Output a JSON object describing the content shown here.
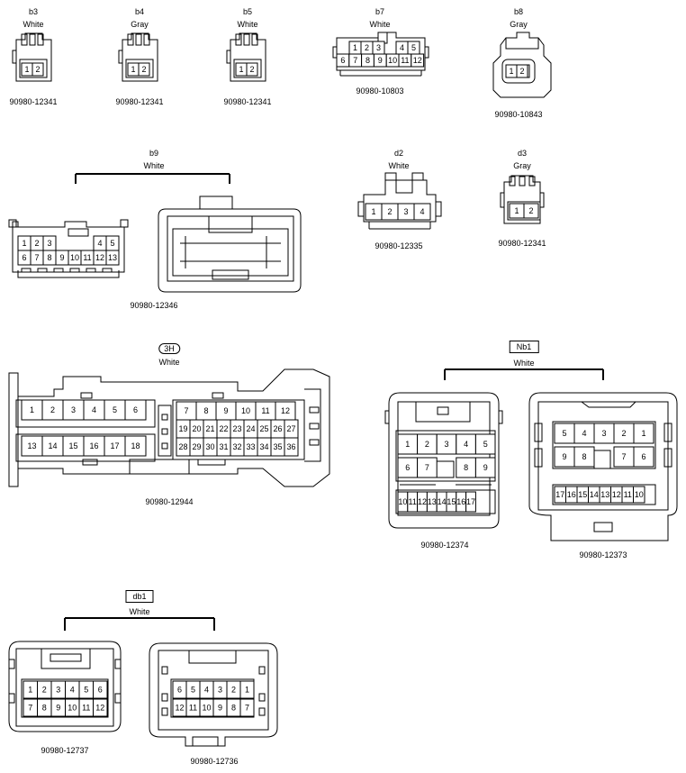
{
  "connectors": [
    {
      "id": "b3",
      "color": "White",
      "part": "90980-12341",
      "pins": [
        "1",
        "2"
      ]
    },
    {
      "id": "b4",
      "color": "Gray",
      "part": "90980-12341",
      "pins": [
        "1",
        "2"
      ]
    },
    {
      "id": "b5",
      "color": "White",
      "part": "90980-12341",
      "pins": [
        "1",
        "2"
      ]
    },
    {
      "id": "b7",
      "color": "White",
      "part": "90980-10803",
      "pins": [
        "1",
        "2",
        "3",
        "4",
        "5",
        "6",
        "7",
        "8",
        "9",
        "10",
        "11",
        "12"
      ]
    },
    {
      "id": "b8",
      "color": "Gray",
      "part": "90980-10843",
      "pins": [
        "1",
        "2"
      ]
    },
    {
      "id": "b9",
      "color": "White",
      "part": "90980-12346",
      "pins": [
        "1",
        "2",
        "3",
        "4",
        "5",
        "6",
        "7",
        "8",
        "9",
        "10",
        "11",
        "12",
        "13"
      ]
    },
    {
      "id": "d2",
      "color": "White",
      "part": "90980-12335",
      "pins": [
        "1",
        "2",
        "3",
        "4"
      ]
    },
    {
      "id": "d3",
      "color": "Gray",
      "part": "90980-12341",
      "pins": [
        "1",
        "2"
      ]
    },
    {
      "id": "3H",
      "color": "White",
      "part": "90980-12944",
      "pins": [
        "1",
        "2",
        "3",
        "4",
        "5",
        "6",
        "7",
        "8",
        "9",
        "10",
        "11",
        "12",
        "13",
        "14",
        "15",
        "16",
        "17",
        "18",
        "19",
        "20",
        "21",
        "22",
        "23",
        "24",
        "25",
        "26",
        "27",
        "28",
        "29",
        "30",
        "31",
        "32",
        "33",
        "34",
        "35",
        "36"
      ]
    },
    {
      "id": "Nb1",
      "color": "White",
      "parts": [
        "90980-12374",
        "90980-12373"
      ],
      "pins_left": [
        "1",
        "2",
        "3",
        "4",
        "5",
        "6",
        "7",
        "8",
        "9",
        "10",
        "11",
        "12",
        "13",
        "14",
        "15",
        "16",
        "17"
      ],
      "pins_right": [
        "5",
        "4",
        "3",
        "2",
        "1",
        "9",
        "8",
        "7",
        "6",
        "17",
        "16",
        "15",
        "14",
        "13",
        "12",
        "11",
        "10"
      ]
    },
    {
      "id": "db1",
      "color": "White",
      "parts": [
        "90980-12737",
        "90980-12736"
      ],
      "pins_left": [
        "1",
        "2",
        "3",
        "4",
        "5",
        "6",
        "7",
        "8",
        "9",
        "10",
        "11",
        "12"
      ],
      "pins_right": [
        "6",
        "5",
        "4",
        "3",
        "2",
        "1",
        "12",
        "11",
        "10",
        "9",
        "8",
        "7"
      ]
    }
  ]
}
